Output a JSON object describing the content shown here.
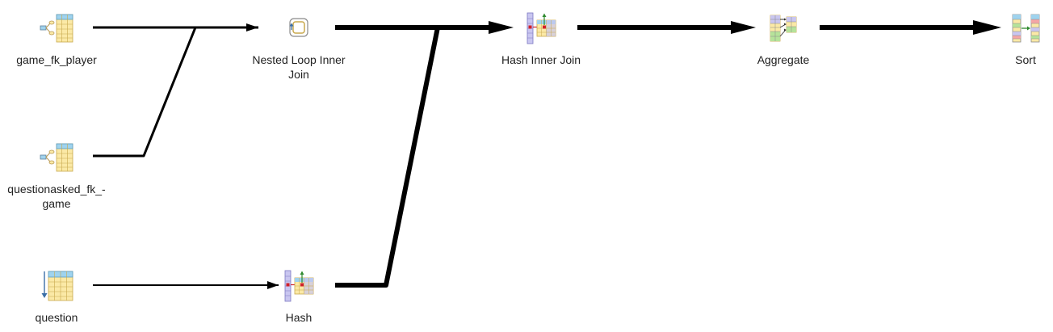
{
  "diagram": {
    "nodes": [
      {
        "id": "game_fk_player",
        "label": "game_fk_player",
        "icon": "index-scan-icon"
      },
      {
        "id": "questionasked_fk_game",
        "label": "questionasked_fk_-\ngame",
        "icon": "index-scan-icon"
      },
      {
        "id": "question",
        "label": "question",
        "icon": "table-scan-icon"
      },
      {
        "id": "nested_loop",
        "label": "Nested Loop Inner\nJoin",
        "icon": "nested-loop-icon"
      },
      {
        "id": "hash",
        "label": "Hash",
        "icon": "hash-icon"
      },
      {
        "id": "hash_join",
        "label": "Hash Inner Join",
        "icon": "hash-join-icon"
      },
      {
        "id": "aggregate",
        "label": "Aggregate",
        "icon": "aggregate-icon"
      },
      {
        "id": "sort",
        "label": "Sort",
        "icon": "sort-icon"
      }
    ],
    "edges": [
      {
        "from": "game_fk_player",
        "to": "nested_loop",
        "weight": "medium"
      },
      {
        "from": "questionasked_fk_game",
        "to": "nested_loop",
        "weight": "medium"
      },
      {
        "from": "question",
        "to": "hash",
        "weight": "thin"
      },
      {
        "from": "nested_loop",
        "to": "hash_join",
        "weight": "thick"
      },
      {
        "from": "hash",
        "to": "hash_join",
        "weight": "thick"
      },
      {
        "from": "hash_join",
        "to": "aggregate",
        "weight": "thick"
      },
      {
        "from": "aggregate",
        "to": "sort",
        "weight": "thick"
      }
    ]
  },
  "colors": {
    "edge": "#000000",
    "label": "#222222",
    "grid_yellow": "#fbe9a6",
    "grid_blue": "#9fd3ee",
    "grid_purple": "#c9c6f0",
    "grid_green": "#b6e39a",
    "accent_red": "#d0202a",
    "accent_green": "#2f8a2f"
  }
}
